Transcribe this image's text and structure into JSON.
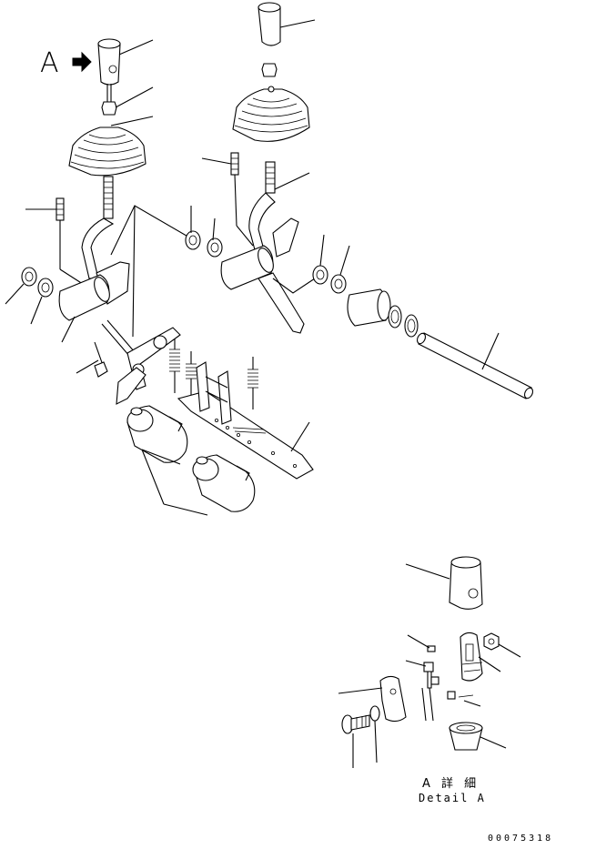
{
  "view_label": "A",
  "detail": {
    "title": "A 詳 細",
    "subtitle": "Detail A"
  },
  "document_number": "00075318",
  "colors": {
    "line": "#000000",
    "background": "#ffffff"
  },
  "icons": [
    "view-direction-arrow-icon"
  ]
}
